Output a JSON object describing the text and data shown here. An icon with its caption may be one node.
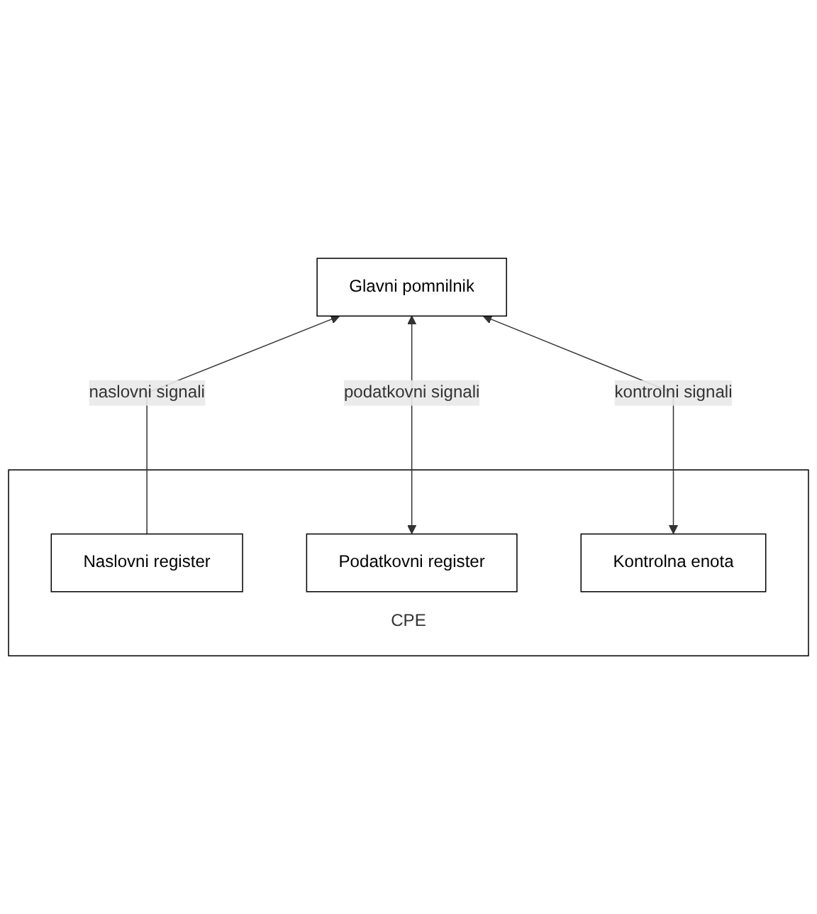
{
  "diagram": {
    "nodes": [
      {
        "text": [
          "Glavni pomnilnik"
        ]
      },
      {
        "text": [
          "CPE"
        ]
      },
      {
        "text": [
          "Naslovni register"
        ],
        "in": 1
      },
      {
        "text": [
          "Podatkovni register"
        ],
        "in": 1
      },
      {
        "text": [
          "Kontrolna enota"
        ],
        "in": 1
      }
    ],
    "edges": [
      {
        "from": 2,
        "to": 0,
        "arrow": "to",
        "label": "naslovni signali"
      },
      {
        "from": 3,
        "to": 0,
        "arrow": "both",
        "label": "podatkovni signali"
      },
      {
        "from": 4,
        "to": 0,
        "arrow": "both",
        "label": "kontrolni signali"
      }
    ]
  }
}
